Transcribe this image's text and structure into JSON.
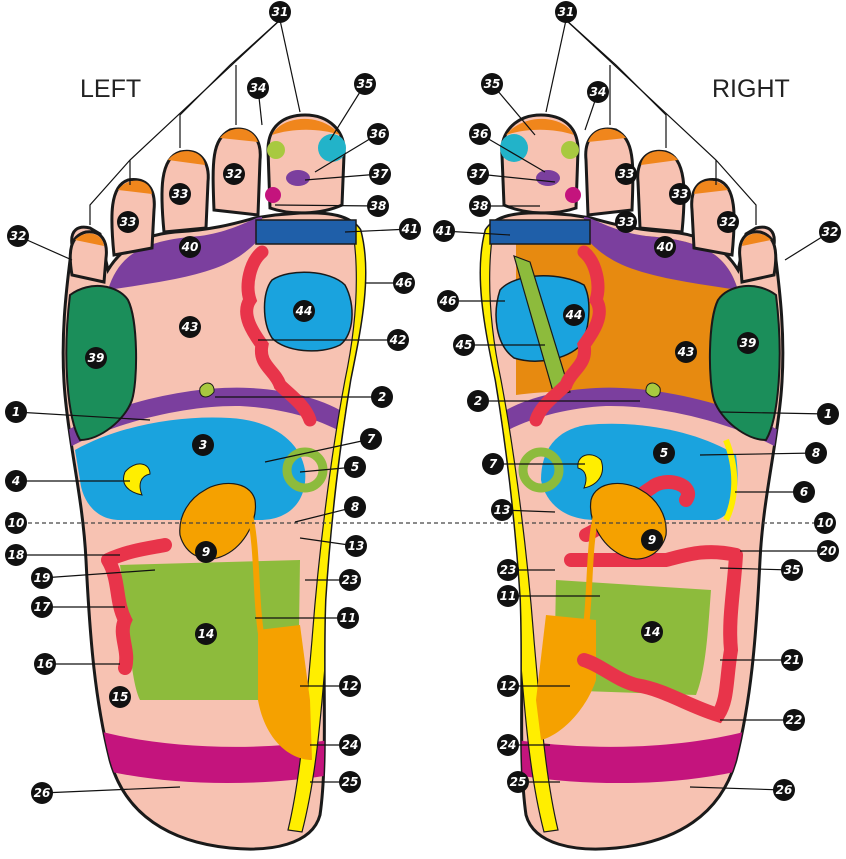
{
  "titles": {
    "left": "LEFT",
    "right": "RIGHT"
  },
  "colors": {
    "skin": "#f7c2b2",
    "outline": "#1a1a1a",
    "toe_tip": "#f0861c",
    "orange": "#f5a100",
    "dark_orange": "#e78a10",
    "purple": "#7b3f9e",
    "violet": "#9a5cc6",
    "blue": "#1aa3de",
    "dark_blue": "#1f5fa9",
    "green": "#8dbb3c",
    "teal_green": "#1b8e5a",
    "cyan": "#22b3c9",
    "red": "#e8344a",
    "yellow": "#ffee00",
    "magenta": "#c4147d",
    "lime": "#a8c940",
    "badge": "#111111"
  },
  "left_labels": [
    "31",
    "34",
    "35",
    "36",
    "37",
    "38",
    "32",
    "33",
    "33",
    "32",
    "41",
    "40",
    "46",
    "43",
    "44",
    "42",
    "39",
    "2",
    "1",
    "3",
    "7",
    "4",
    "5",
    "8",
    "10",
    "13",
    "18",
    "9",
    "19",
    "23",
    "17",
    "11",
    "14",
    "16",
    "12",
    "15",
    "24",
    "25",
    "26"
  ],
  "right_labels": [
    "31",
    "35",
    "34",
    "36",
    "37",
    "38",
    "33",
    "33",
    "33",
    "32",
    "41",
    "40",
    "32",
    "46",
    "44",
    "45",
    "43",
    "39",
    "2",
    "1",
    "5",
    "8",
    "7",
    "6",
    "13",
    "10",
    "9",
    "20",
    "23",
    "35",
    "11",
    "14",
    "21",
    "12",
    "22",
    "24",
    "25",
    "26"
  ]
}
